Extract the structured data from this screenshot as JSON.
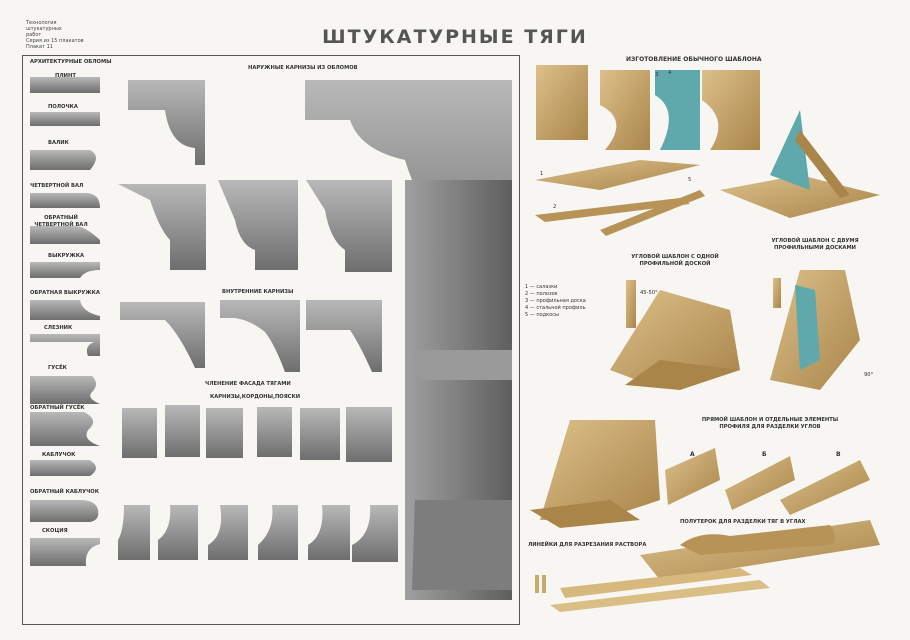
{
  "header_note": [
    "Технология",
    "штукатурных",
    "работ",
    "Серия из 15 плакатов",
    "Плакат 11"
  ],
  "title": "ШТУКАТУРНЫЕ ТЯГИ",
  "left_panel": {
    "moldings_header": "АРХИТЕКТУРНЫЕ ОБЛОМЫ",
    "moldings": [
      "ПЛИНТ",
      "ПОЛОЧКА",
      "ВАЛИК",
      "ЧЕТВЕРТНОЙ ВАЛ",
      "ОБРАТНЫЙ ЧЕТВЕРТНОЙ ВАЛ",
      "ВЫКРУЖКА",
      "ОБРАТНАЯ ВЫКРУЖКА",
      "СЛЕЗНИК",
      "ГУСЁК",
      "ОБРАТНЫЙ ГУСЁК",
      "КАБЛУЧОК",
      "ОБРАТНЫЙ КАБЛУЧОК",
      "СКОЦИЯ"
    ],
    "outer_cornices": "НАРУЖНЫЕ КАРНИЗЫ ИЗ ОБЛОМОВ",
    "inner_cornices": "ВНУТРЕННИЕ КАРНИЗЫ",
    "facade": "ЧЛЕНЕНИЕ ФАСАДА ТЯГАМИ",
    "facade_sub": "КАРНИЗЫ,КОРДОНЫ,ПОЯСКИ"
  },
  "right_panel": {
    "template_header": "ИЗГОТОВЛЕНИЕ ОБЫЧНОГО ШАБЛОНА",
    "corner_one": "УГЛОВОЙ ШАБЛОН С ОДНОЙ ПРОФИЛЬНОЙ ДОСКОЙ",
    "corner_two": "УГЛОВОЙ ШАБЛОН С ДВУМЯ ПРОФИЛЬНЫМИ ДОСКАМИ",
    "straight": "ПРЯМОЙ ШАБЛОН И ОТДЕЛЬНЫЕ ЭЛЕМЕНТЫ ПРОФИЛЯ ДЛЯ РАЗДЕЛКИ УГЛОВ",
    "trowel": "ПОЛУТЕРОК ДЛЯ РАЗДЕЛКИ ТЯГ В УГЛАХ",
    "rules": "ЛИНЕЙКИ ДЛЯ РАЗРЕЗАНИЯ РАСТВОРА",
    "legend": [
      "1 — салазки",
      "2 — полозок",
      "3 — профильная доска",
      "4 — стальной профиль",
      "5 — подкосы"
    ],
    "variants": [
      "А",
      "Б",
      "В"
    ],
    "angle_45": "45-50°",
    "angle_90": "90°",
    "numbers": [
      "1",
      "2",
      "3",
      "4",
      "5"
    ]
  },
  "colors": {
    "wood": "#c9a96a",
    "wood_dark": "#8a6a3a",
    "steel": "#5fa8ac",
    "stone": "#8f8f8f"
  }
}
